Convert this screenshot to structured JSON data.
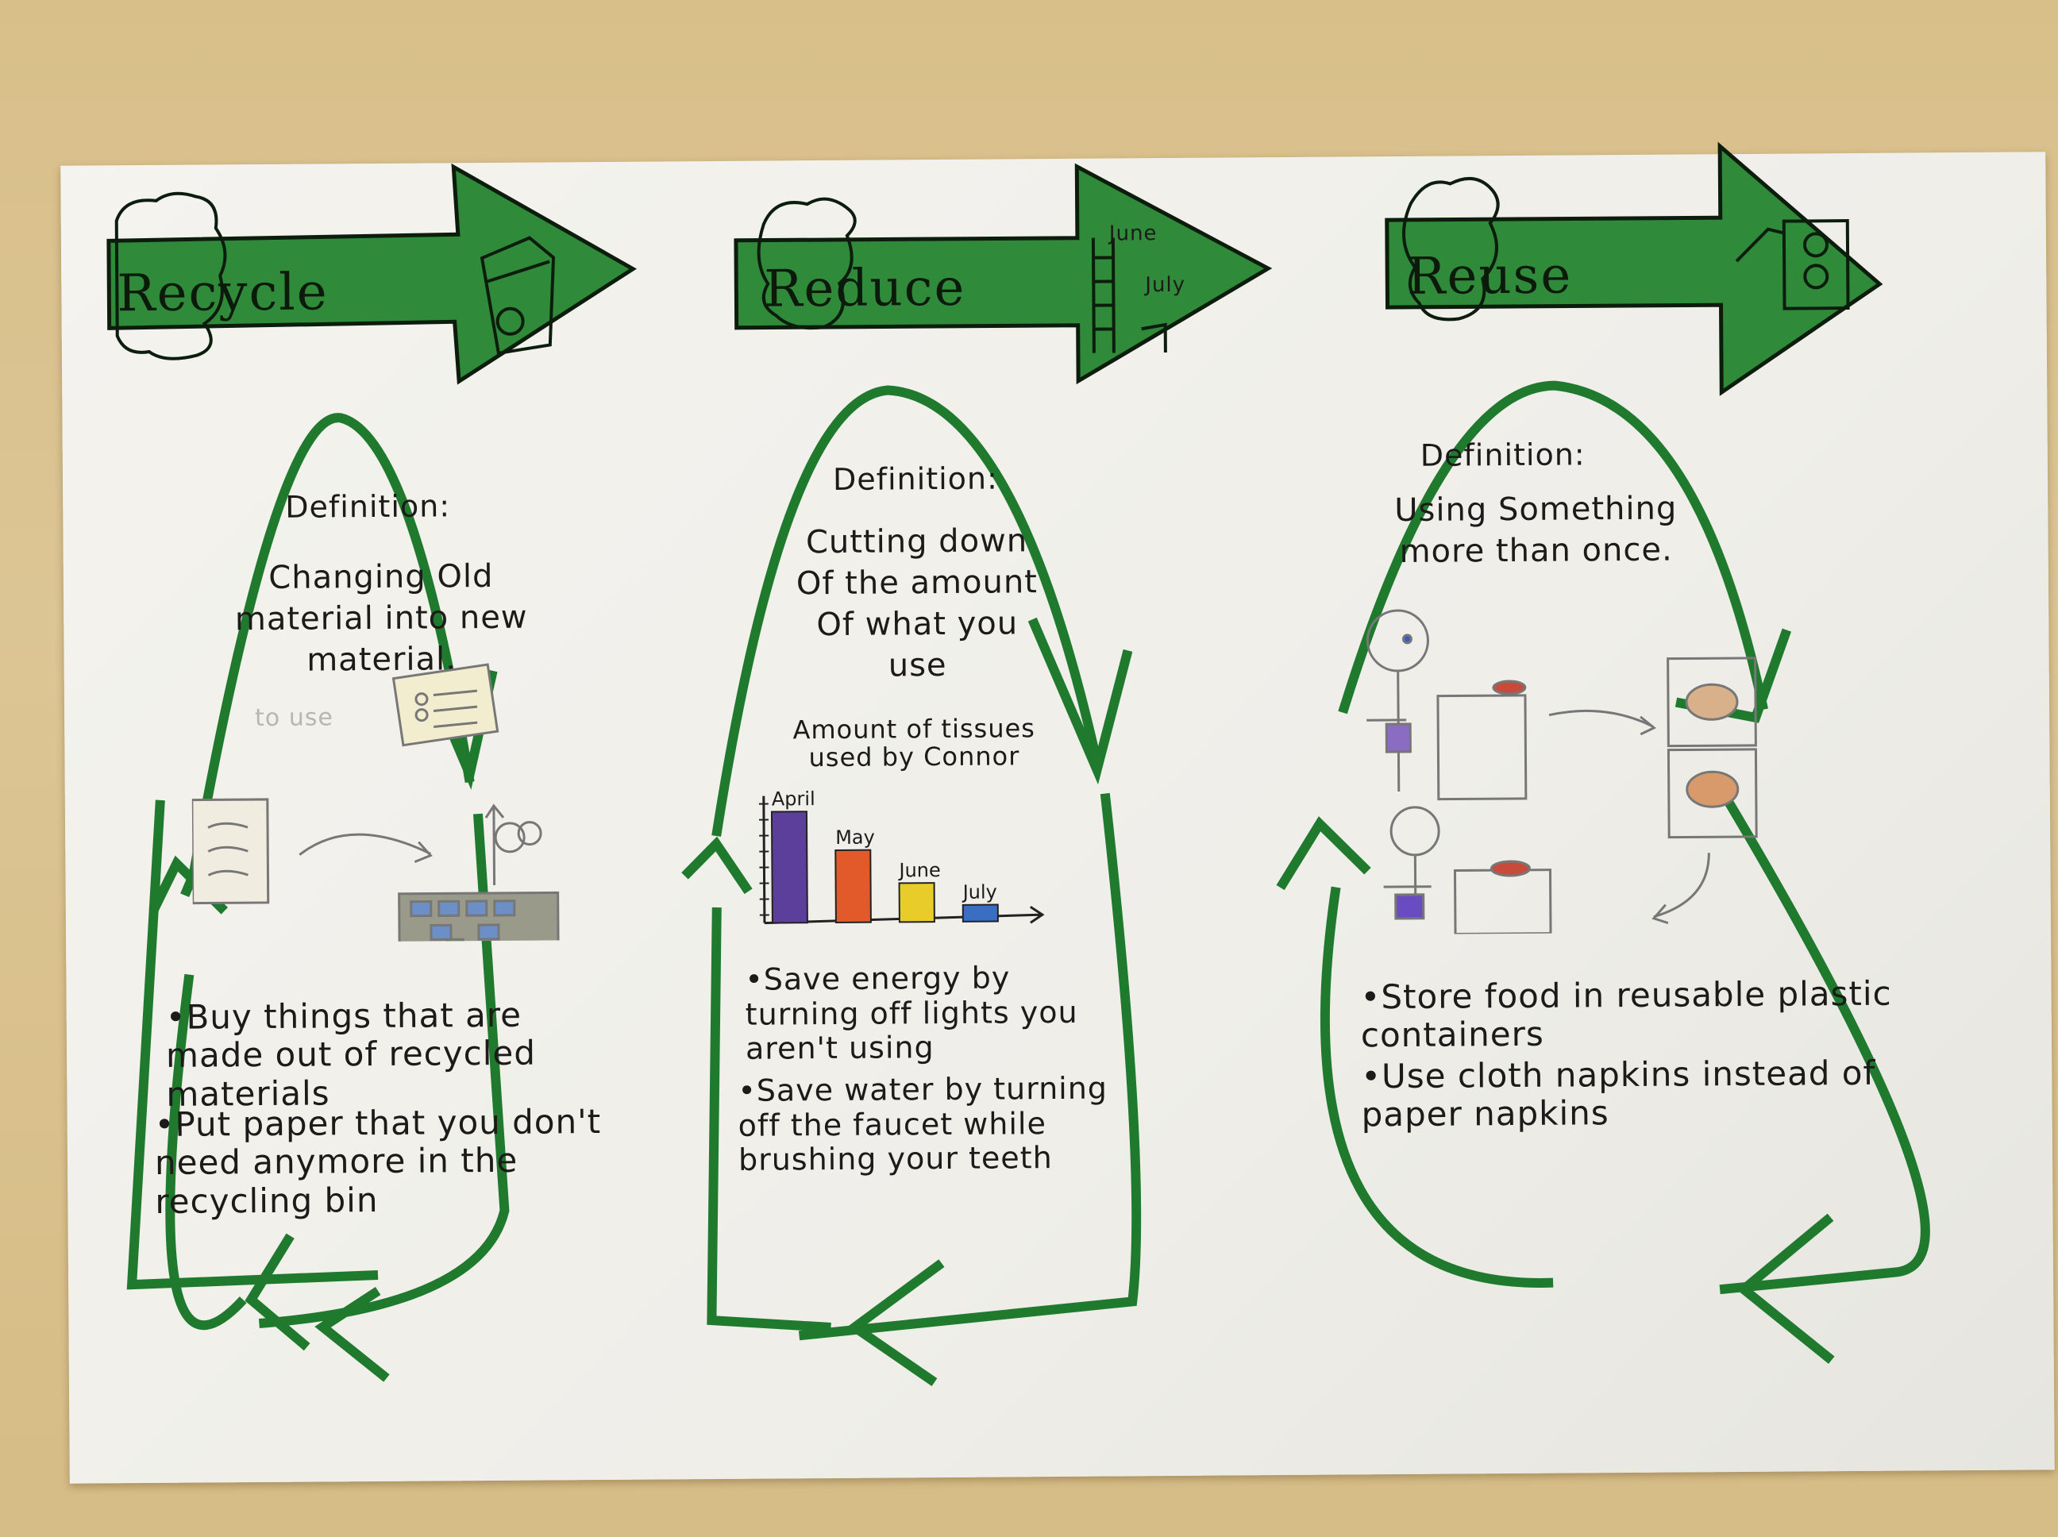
{
  "poster": {
    "recycle": {
      "title": "Recycle",
      "definition_label": "Definition:",
      "definition_text": "Changing Old material into new material.",
      "faint_note": "to use",
      "bullets": [
        "•Buy things that are made out of recycled materials",
        "•Put paper that you don't need anymore in the recycling bin"
      ]
    },
    "reduce": {
      "title": "Reduce",
      "arrow_labels": [
        "June",
        "July"
      ],
      "definition_label": "Definition:",
      "definition_text": "Cutting down Of the amount Of what you use",
      "bullets": [
        "•Save energy by turning off lights you aren't using",
        "•Save water by turning off the faucet while brushing your teeth"
      ]
    },
    "reuse": {
      "title": "Reuse",
      "definition_label": "Definition:",
      "definition_text": "Using Something more than once.",
      "bullets": [
        "•Store food in reusable plastic containers",
        "•Use cloth napkins instead of paper napkins"
      ]
    },
    "colors": {
      "green_fill": "#2f8a3a",
      "green_stroke": "#1f7a2e",
      "ink": "#1a1a1a"
    }
  },
  "chart_data": {
    "type": "bar",
    "title": "Amount of tissues used by Connor",
    "categories": [
      "April",
      "May",
      "June",
      "July"
    ],
    "values": [
      10,
      6.5,
      3.5,
      1.5
    ],
    "colors": [
      "#5b3f9a",
      "#e25a2a",
      "#e8cc2a",
      "#3a6ec2"
    ]
  }
}
